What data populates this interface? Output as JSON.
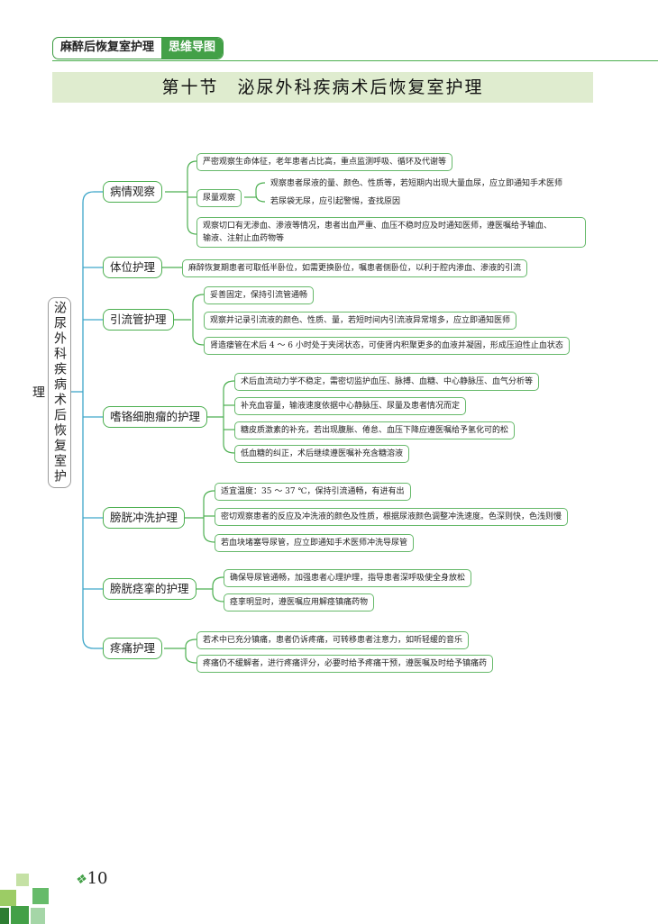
{
  "header": {
    "book_title": "麻醉后恢复室护理",
    "tag": "思维导图"
  },
  "section_title": "第十节　泌尿外科疾病术后恢复室护理",
  "mindmap": {
    "root": "泌尿外科疾病术后恢复室护理",
    "branches": [
      {
        "label": "病情观察",
        "items": [
          "严密观察生命体征，老年患者占比高，重点监测呼吸、循环及代谢等",
          "尿量观察",
          "观察切口有无渗血、渗液等情况，患者出血严重、血压不稳时应及时通知医师，遵医嘱给予输血、",
          "输液、注射止血药物等"
        ],
        "urine_sub": [
          "观察患者尿液的量、颜色、性质等，若短期内出现大量血尿，应立即通知手术医师",
          "若尿袋无尿，应引起警惕，查找原因"
        ]
      },
      {
        "label": "体位护理",
        "items": [
          "麻醉恢复期患者可取低半卧位，如需更换卧位，嘱患者侧卧位，以利于腔内渗血、渗液的引流"
        ]
      },
      {
        "label": "引流管护理",
        "items": [
          "妥善固定，保持引流管通畅",
          "观察并记录引流液的颜色、性质、量，若短时间内引流液异常增多，应立即通知医师",
          "肾造瘘管在术后 4 ～ 6 小时处于夹闭状态，可使肾内积聚更多的血液并凝固，形成压迫性止血状态"
        ]
      },
      {
        "label": "嗜铬细胞瘤的护理",
        "items": [
          "术后血流动力学不稳定，需密切监护血压、脉搏、血糖、中心静脉压、血气分析等",
          "补充血容量，输液速度依据中心静脉压、尿量及患者情况而定",
          "糖皮质激素的补充，若出现腹胀、倦怠、血压下降应遵医嘱给予氢化可的松",
          "低血糖的纠正，术后继续遵医嘱补充含糖溶液"
        ]
      },
      {
        "label": "膀胱冲洗护理",
        "items": [
          "适宜温度：35 ～ 37 ℃，保持引流通畅，有进有出",
          "密切观察患者的反应及冲洗液的颜色及性质，根据尿液颜色调整冲洗速度。色深则快，色浅则慢",
          "若血块堵塞导尿管，应立即通知手术医师冲洗导尿管"
        ]
      },
      {
        "label": "膀胱痉挛的护理",
        "items": [
          "确保导尿管通畅，加强患者心理护理，指导患者深呼吸使全身放松",
          "痉挛明显时，遵医嘱应用解痉镇痛药物"
        ]
      },
      {
        "label": "疼痛护理",
        "items": [
          "若术中已充分镇痛，患者仍诉疼痛，可转移患者注意力，如听轻缓的音乐",
          "疼痛仍不缓解者，进行疼痛评分，必要时给予疼痛干预，遵医嘱及时给予镇痛药"
        ]
      }
    ]
  },
  "footer": {
    "page_number": "10"
  },
  "colors": {
    "accent_green": "#43a047",
    "section_bg": "#dfeccf",
    "node_border": "#4caf50",
    "connector": "#3ea6c9"
  }
}
